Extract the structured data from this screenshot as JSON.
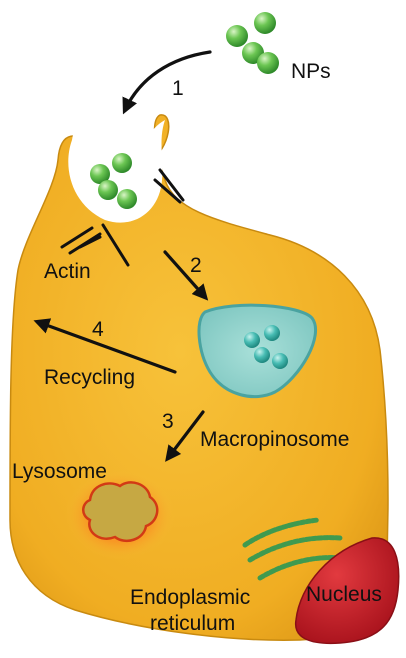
{
  "labels": {
    "nps": "NPs",
    "actin": "Actin",
    "recycling": "Recycling",
    "macropinosome": "Macropinosome",
    "lysosome": "Lysosome",
    "nucleus": "Nucleus",
    "er_line1": "Endoplasmic",
    "er_line2": "reticulum"
  },
  "steps": [
    "1",
    "2",
    "3",
    "4"
  ],
  "colors": {
    "cell": "#f2b52a",
    "cell_edge": "#c88a10",
    "nanoparticle": "#5fbf48",
    "macropinosome": "#8fd3cf",
    "macropinosome_np": "#3fb8b0",
    "lysosome": "#c9a63e",
    "lysosome_glow": "#ff6a1a",
    "nucleus": "#cc1f2a",
    "er": "#3f9a4f"
  }
}
